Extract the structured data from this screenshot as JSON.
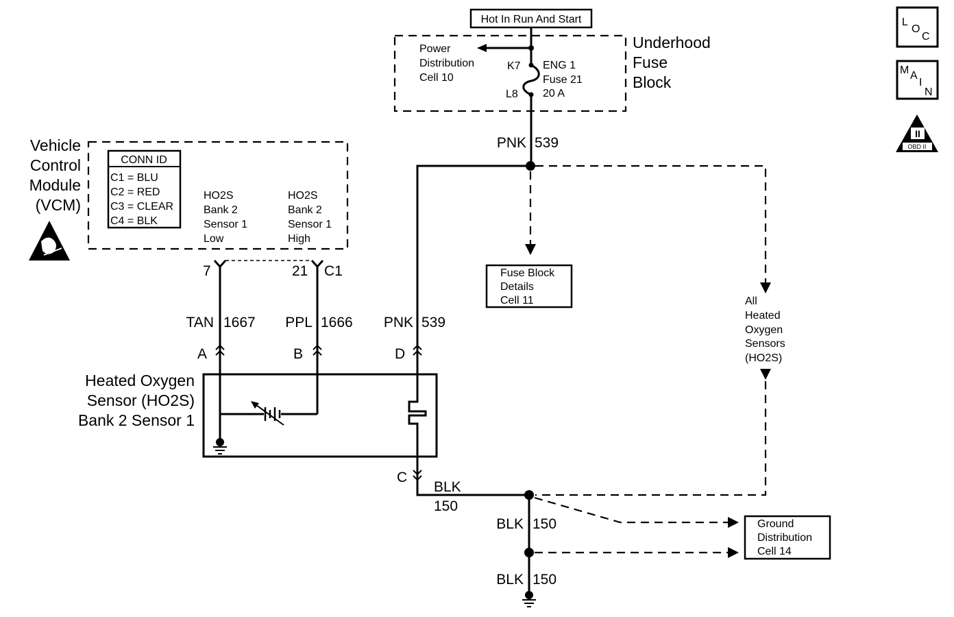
{
  "supply": {
    "title": "Hot In Run And Start",
    "fuse_block": [
      "Underhood",
      "Fuse",
      "Block"
    ],
    "power_dist": [
      "Power",
      "Distribution",
      "Cell 10"
    ],
    "term_top": "K7",
    "term_bottom": "L8",
    "fuse": [
      "ENG 1",
      "Fuse 21",
      "20 A"
    ]
  },
  "icons": {
    "loc": [
      "L",
      "O",
      "C"
    ],
    "main": [
      "M",
      "A",
      "I",
      "N"
    ],
    "obd": [
      "II",
      "OBD II"
    ]
  },
  "vcm": {
    "title": [
      "Vehicle",
      "Control",
      "Module",
      "(VCM)"
    ],
    "conn_title": "CONN ID",
    "conn_rows": [
      "C1 = BLU",
      "C2 = RED",
      "C3 = CLEAR",
      "C4 = BLK"
    ],
    "low": [
      "HO2S",
      "Bank 2",
      "Sensor 1",
      "Low"
    ],
    "high": [
      "HO2S",
      "Bank 2",
      "Sensor 1",
      "High"
    ],
    "pin_low": "7",
    "pin_high": "21",
    "connector": "C1"
  },
  "wires": {
    "top_color": "PNK",
    "top_circuit": "539",
    "tan_color": "TAN",
    "tan_circuit": "1667",
    "ppl_color": "PPL",
    "ppl_circuit": "1666",
    "pnk_color": "PNK",
    "pnk_circuit": "539",
    "gnd1_color": "BLK",
    "gnd1_circuit": "150",
    "gnd2_color": "BLK",
    "gnd2_circuit": "150",
    "gnd3_color": "BLK",
    "gnd3_circuit": "150"
  },
  "sensor": {
    "title": [
      "Heated Oxygen",
      "Sensor (HO2S)",
      "Bank 2 Sensor 1"
    ],
    "pin_a": "A",
    "pin_b": "B",
    "pin_c": "C",
    "pin_d": "D"
  },
  "refs": {
    "fuse_details": [
      "Fuse Block",
      "Details",
      "Cell 11"
    ],
    "all_sensors": [
      "All",
      "Heated",
      "Oxygen",
      "Sensors",
      "(HO2S)"
    ],
    "ground_dist": [
      "Ground",
      "Distribution",
      "Cell 14"
    ]
  }
}
